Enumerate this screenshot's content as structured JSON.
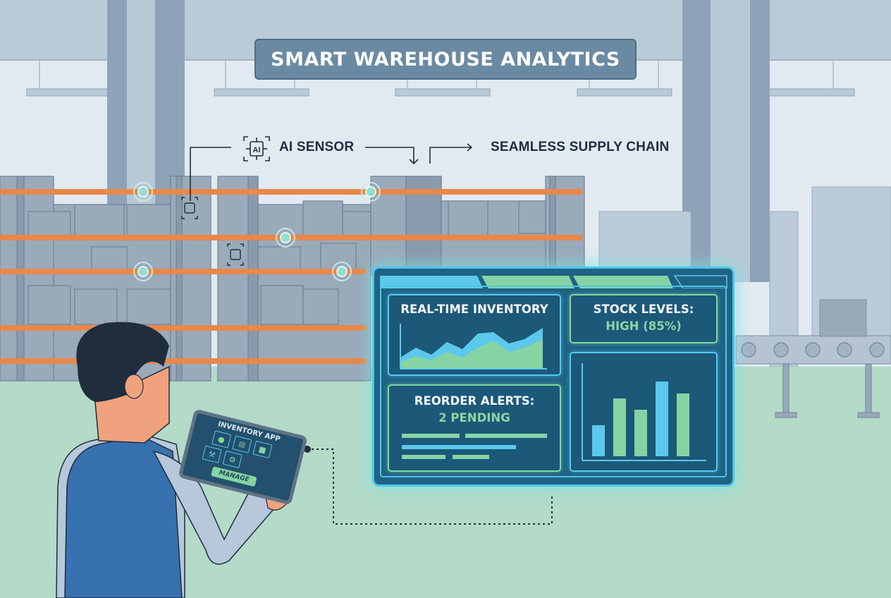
{
  "banner": {
    "title": "SMART WAREHOUSE ANALYTICS"
  },
  "flow": {
    "sensor_icon": "ai-chip-icon",
    "sensor_icon_text": "AI",
    "sensor_label": "AI SENSOR",
    "supply_label": "SEAMLESS SUPPLY CHAIN"
  },
  "dashboard": {
    "tabs": [
      {
        "color": "#5cc8ec"
      },
      {
        "color": "#86d4a4"
      },
      {
        "color": "#86d4a4"
      },
      {
        "color": "outline"
      }
    ],
    "inventory_card": {
      "title": "REAL-TIME INVENTORY"
    },
    "stock_card": {
      "title": "STOCK LEVELS:",
      "value": "HIGH (85%)"
    },
    "reorder_card": {
      "title": "REORDER ALERTS:",
      "value": "2 PENDING"
    }
  },
  "tablet": {
    "app_title": "INVENTORY APP",
    "icons": [
      "user-icon",
      "calendar-icon",
      "box-icon",
      "wrench-icon",
      "gears-icon"
    ],
    "button_label": "MANAGE"
  },
  "colors": {
    "accent_blue": "#5cc8ec",
    "accent_green": "#86d4a4",
    "panel_bg": "#1f6384",
    "shelf_orange": "#e8884a",
    "floor": "#b4dac8"
  },
  "chart_data": [
    {
      "type": "area",
      "title": "REAL-TIME INVENTORY",
      "x": [
        0,
        1,
        2,
        3,
        4,
        5,
        6,
        7,
        8,
        9
      ],
      "series": [
        {
          "name": "blue",
          "values": [
            18,
            30,
            20,
            38,
            30,
            52,
            54,
            40,
            48,
            62
          ]
        },
        {
          "name": "green",
          "values": [
            10,
            18,
            12,
            28,
            20,
            36,
            48,
            34,
            38,
            48
          ]
        }
      ]
    },
    {
      "type": "bar",
      "title": "",
      "categories": [
        "1",
        "2",
        "3",
        "4",
        "5"
      ],
      "values": [
        42,
        80,
        64,
        104,
        88
      ],
      "colors": [
        "#5cc8ec",
        "#86d4a4",
        "#86d4a4",
        "#5cc8ec",
        "#86d4a4"
      ]
    }
  ]
}
